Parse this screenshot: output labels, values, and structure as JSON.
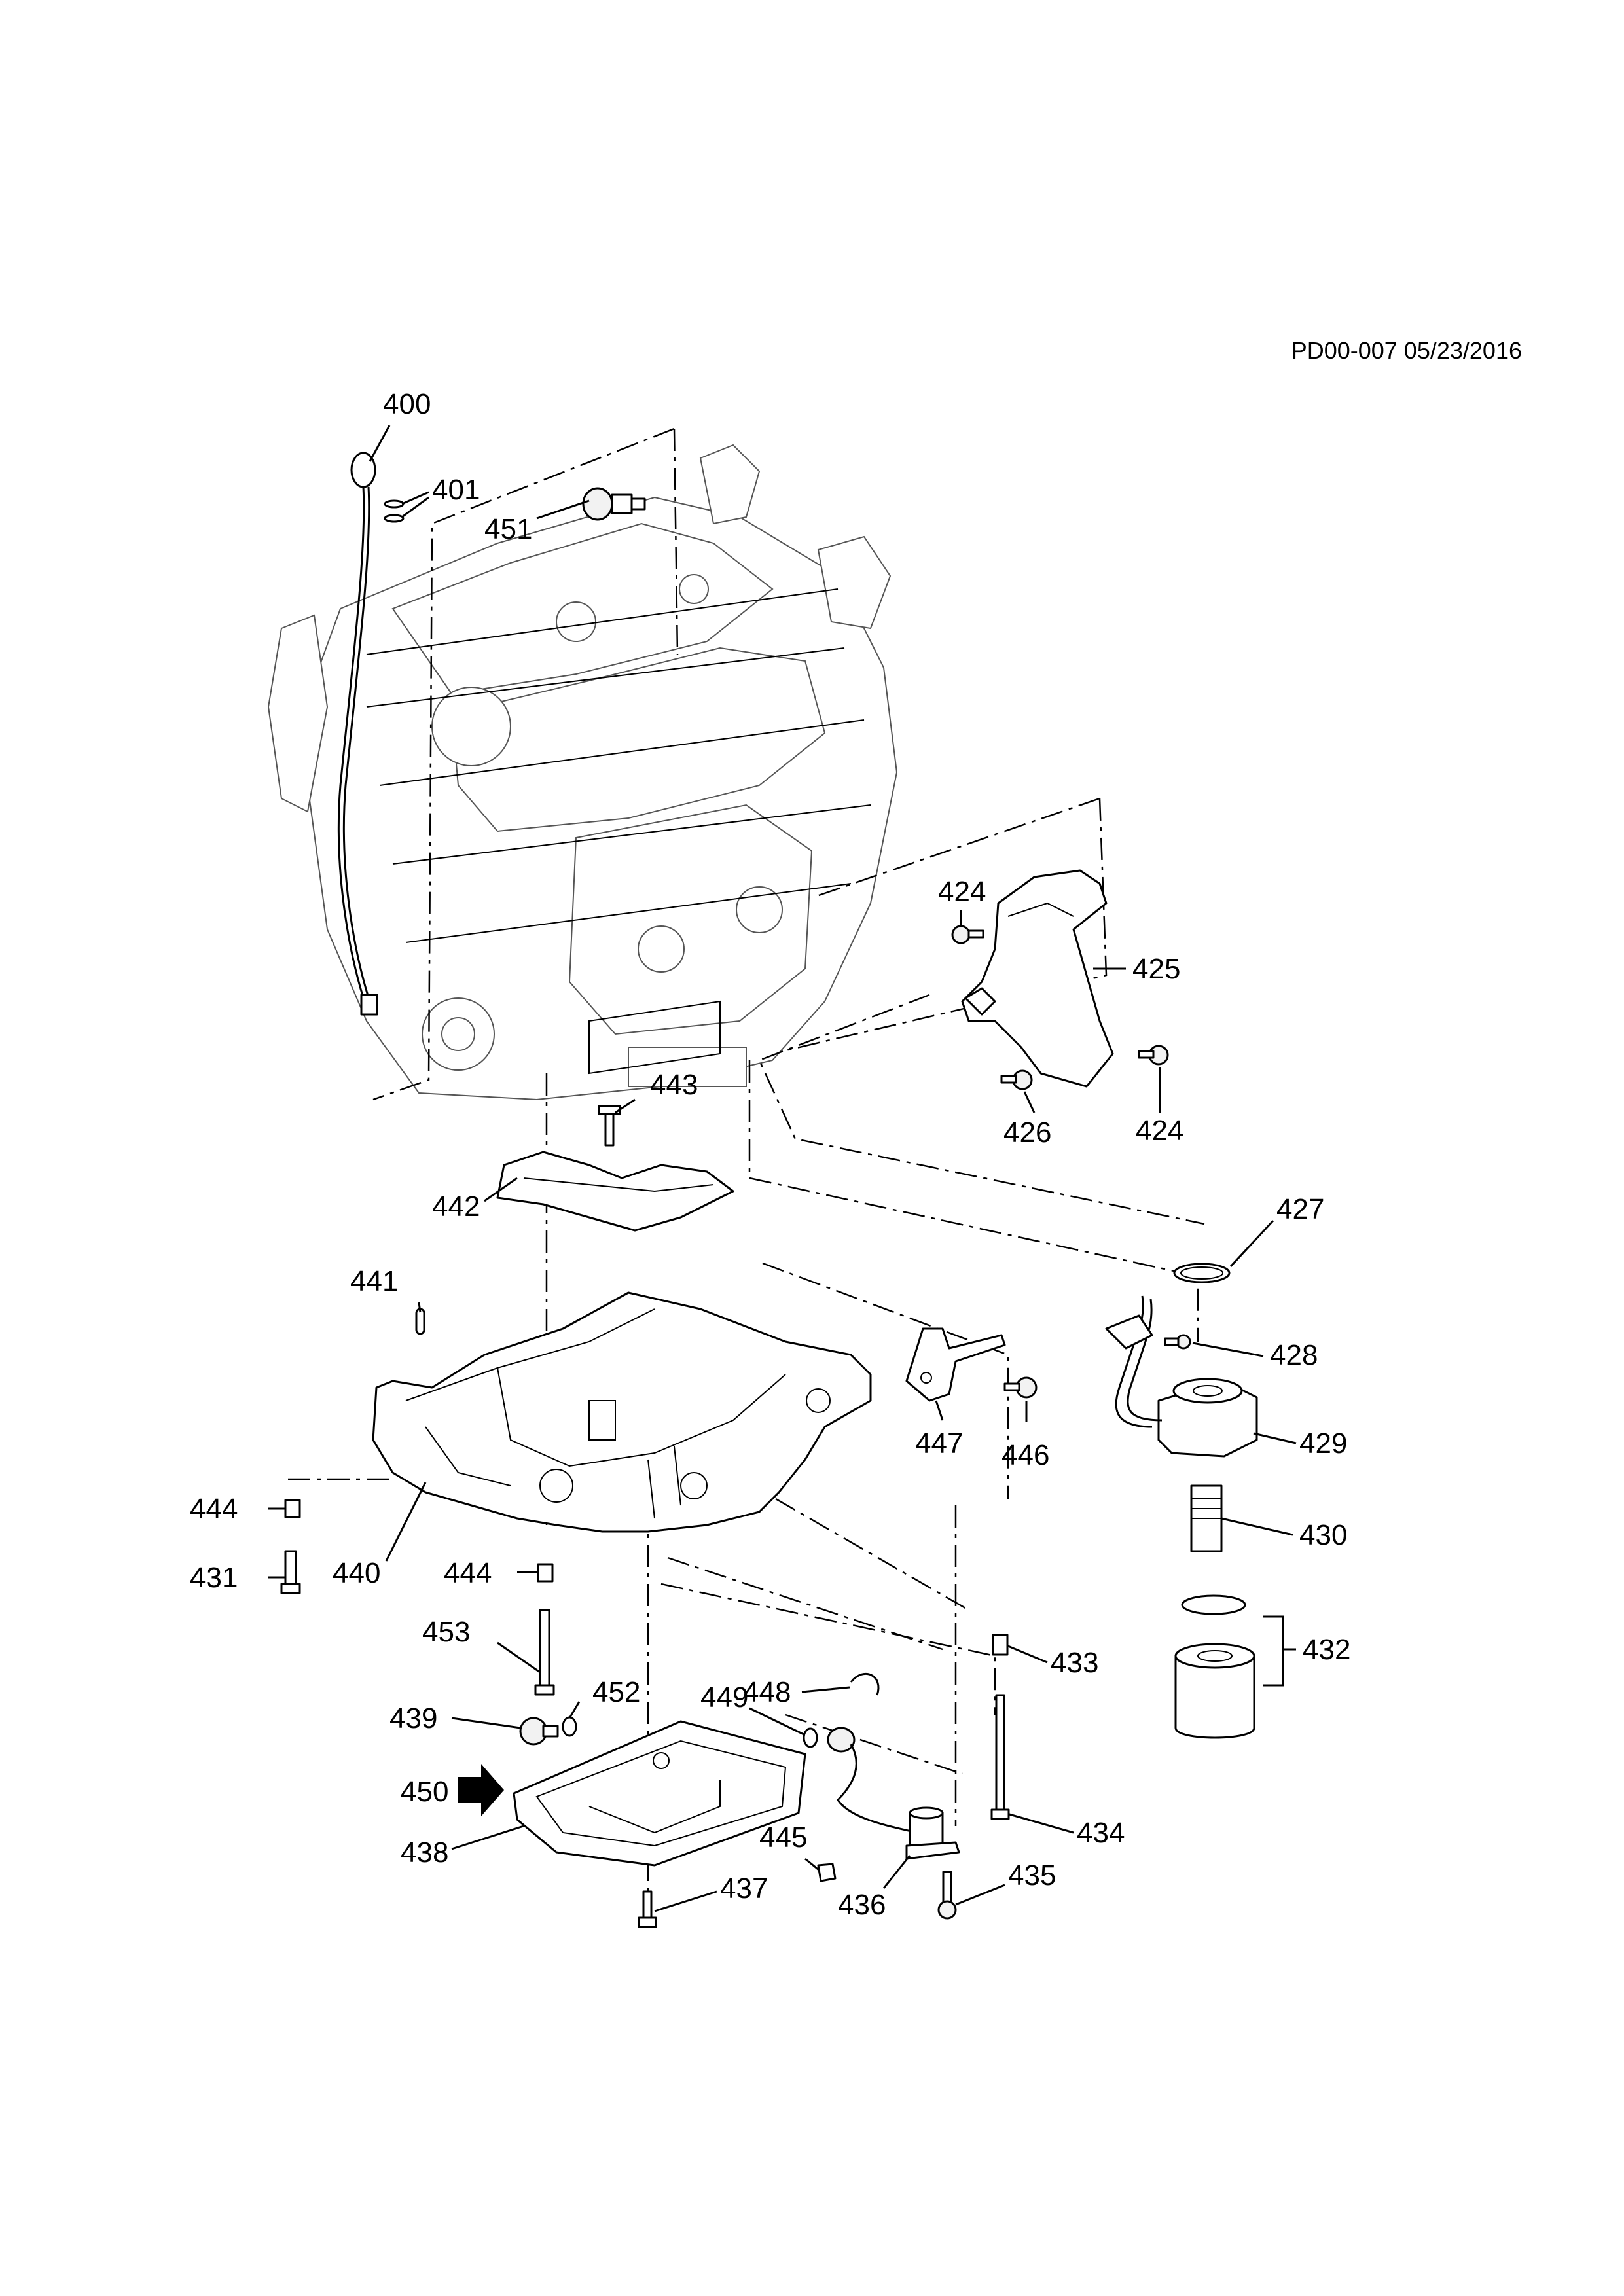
{
  "diagram": {
    "reference": "PD00-007 05/23/2016",
    "callouts": [
      {
        "id": "c400",
        "text": "400"
      },
      {
        "id": "c401",
        "text": "401"
      },
      {
        "id": "c451",
        "text": "451"
      },
      {
        "id": "c424a",
        "text": "424"
      },
      {
        "id": "c425",
        "text": "425"
      },
      {
        "id": "c424b",
        "text": "424"
      },
      {
        "id": "c426",
        "text": "426"
      },
      {
        "id": "c443",
        "text": "443"
      },
      {
        "id": "c442",
        "text": "442"
      },
      {
        "id": "c427",
        "text": "427"
      },
      {
        "id": "c441",
        "text": "441"
      },
      {
        "id": "c428",
        "text": "428"
      },
      {
        "id": "c447",
        "text": "447"
      },
      {
        "id": "c446",
        "text": "446"
      },
      {
        "id": "c429",
        "text": "429"
      },
      {
        "id": "c444a",
        "text": "444"
      },
      {
        "id": "c431",
        "text": "431"
      },
      {
        "id": "c440",
        "text": "440"
      },
      {
        "id": "c444b",
        "text": "444"
      },
      {
        "id": "c430",
        "text": "430"
      },
      {
        "id": "c432",
        "text": "432"
      },
      {
        "id": "c453",
        "text": "453"
      },
      {
        "id": "c433",
        "text": "433"
      },
      {
        "id": "c448",
        "text": "448"
      },
      {
        "id": "c452",
        "text": "452"
      },
      {
        "id": "c449",
        "text": "449"
      },
      {
        "id": "c439",
        "text": "439"
      },
      {
        "id": "c450",
        "text": "450"
      },
      {
        "id": "c438",
        "text": "438"
      },
      {
        "id": "c434",
        "text": "434"
      },
      {
        "id": "c445",
        "text": "445"
      },
      {
        "id": "c435",
        "text": "435"
      },
      {
        "id": "c437",
        "text": "437"
      },
      {
        "id": "c436",
        "text": "436"
      }
    ]
  }
}
